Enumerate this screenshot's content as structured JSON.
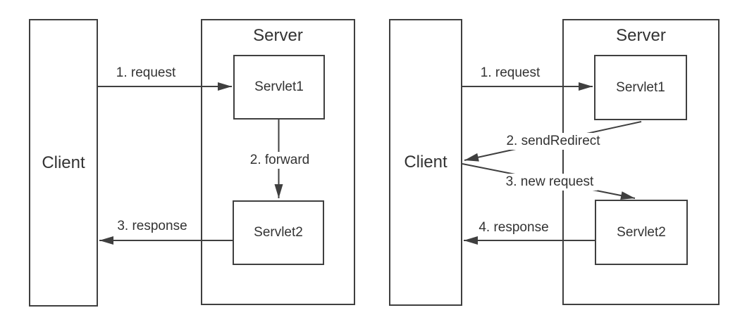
{
  "colors": {
    "line": "#3f3f3f",
    "text": "#333333",
    "background": "#ffffff"
  },
  "left_diagram": {
    "client_label": "Client",
    "server_label": "Server",
    "servlet1_label": "Servlet1",
    "servlet2_label": "Servlet2",
    "arrows": {
      "request": "1. request",
      "forward": "2. forward",
      "response": "3. response"
    }
  },
  "right_diagram": {
    "client_label": "Client",
    "server_label": "Server",
    "servlet1_label": "Servlet1",
    "servlet2_label": "Servlet2",
    "arrows": {
      "request": "1. request",
      "send_redirect": "2. sendRedirect",
      "new_request": "3. new request",
      "response": "4. response"
    }
  }
}
